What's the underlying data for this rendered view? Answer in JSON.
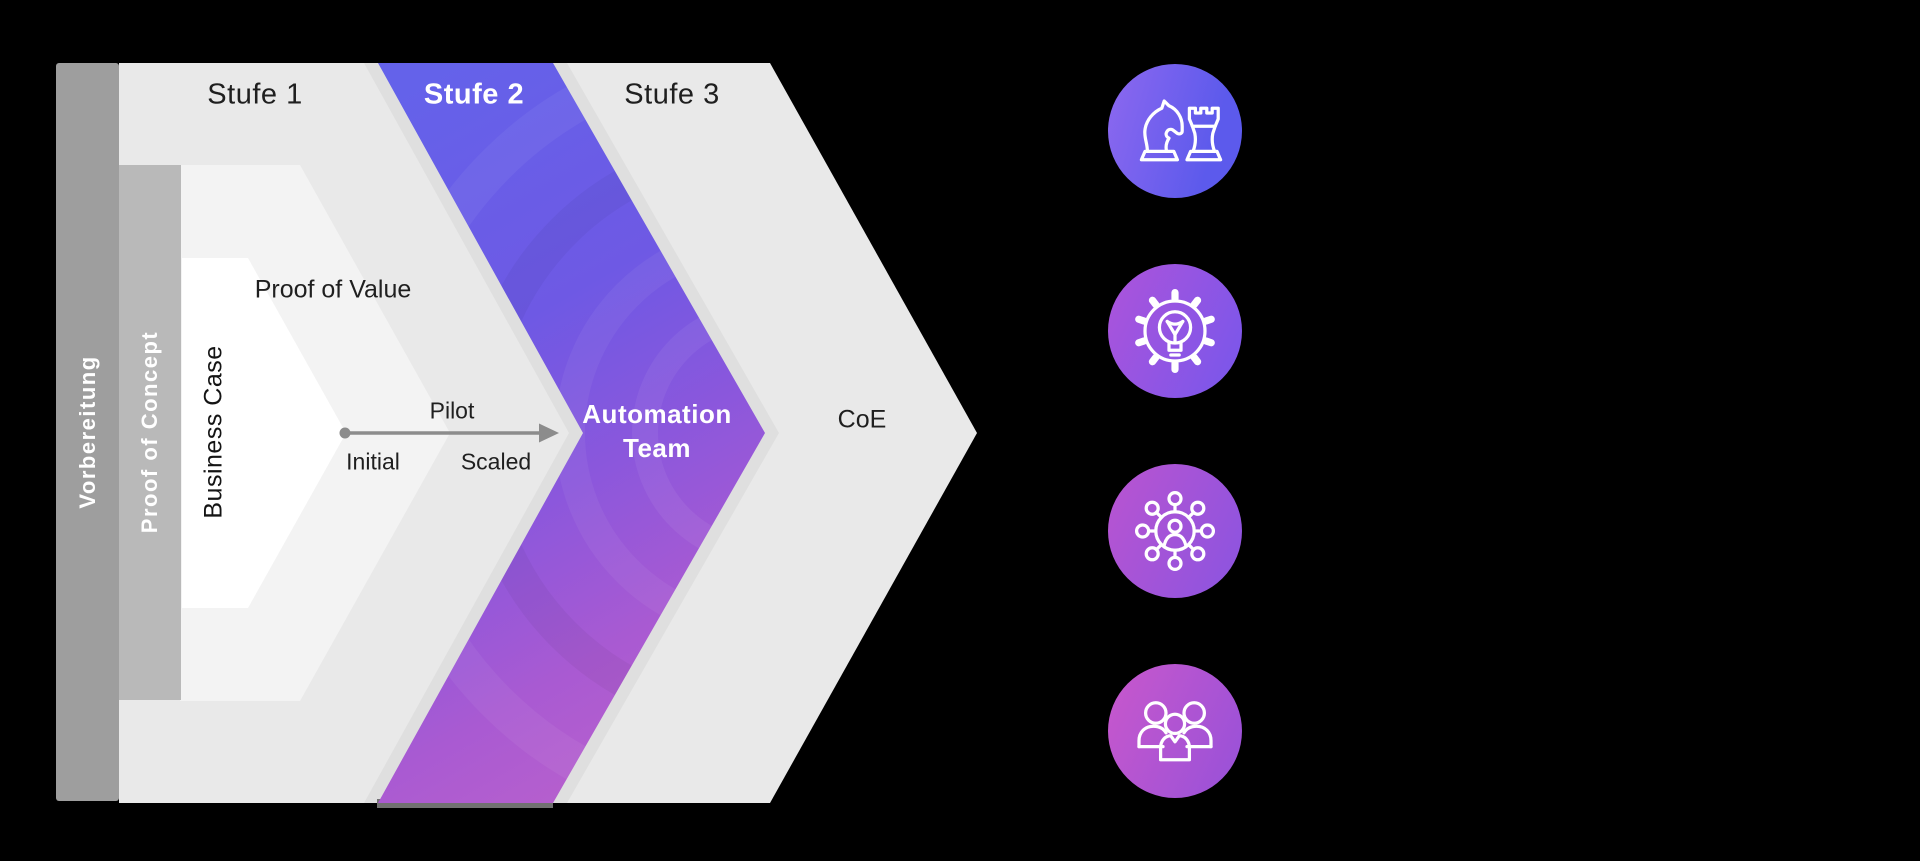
{
  "diagram": {
    "stages": [
      {
        "label": "Stufe 1",
        "active": false
      },
      {
        "label": "Stufe 2",
        "active": true
      },
      {
        "label": "Stufe 3",
        "active": false
      }
    ],
    "vertical_bars": [
      {
        "label": "Vorbereitung"
      },
      {
        "label": "Proof of Concept"
      },
      {
        "label": "Business Case"
      }
    ],
    "proof_of_value_label": "Proof of Value",
    "pilot": {
      "label": "Pilot",
      "start_label": "Initial",
      "end_label": "Scaled"
    },
    "automation_team_label": "Automation Team",
    "coe_label": "CoE"
  },
  "icons": [
    {
      "name": "chess-pieces-icon",
      "gradient": [
        "#8a67ef",
        "#5c5aec"
      ]
    },
    {
      "name": "lightbulb-gear-icon",
      "gradient": [
        "#a854dc",
        "#7f56e9"
      ]
    },
    {
      "name": "network-hub-icon",
      "gradient": [
        "#b554d2",
        "#9154de"
      ]
    },
    {
      "name": "team-people-icon",
      "gradient": [
        "#c457cd",
        "#9e52d7"
      ]
    }
  ],
  "colors": {
    "background": "#000000",
    "main_arrow_gray": "#e9e9e9",
    "proof_of_value_gray": "#f3f3f3",
    "business_case_white": "#ffffff",
    "vorbereitung_bar_gray": "#9e9e9e",
    "proof_of_concept_bar_gray": "#b9b9b9",
    "stage2_band_shadow": "#dfdfdf",
    "stage2_band_top": "#6462ea",
    "stage2_band_bottom": "#b55fce",
    "stage2_base_strip": "#717171",
    "pilot_arrow_gray": "#8c8c8c",
    "text_dark": "#1f1f1f"
  }
}
